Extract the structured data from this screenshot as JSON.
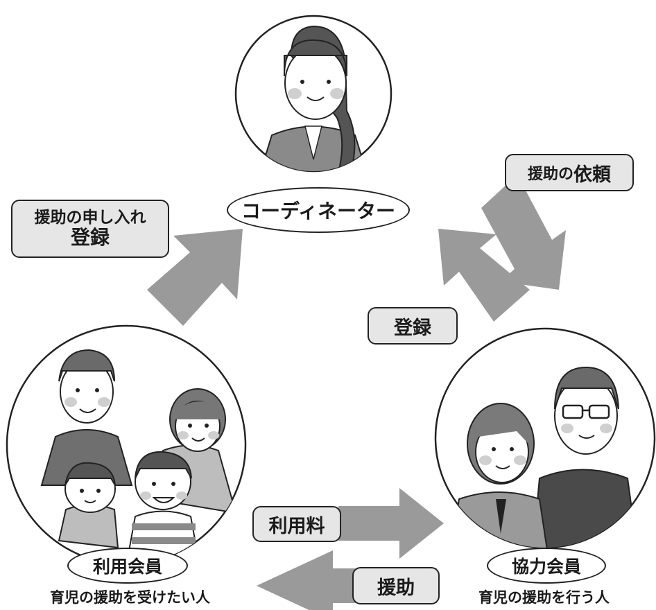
{
  "roles": {
    "coordinator": "コーディネーター",
    "user_member": "利用会員",
    "helper_member": "協力会員"
  },
  "descriptions": {
    "user_member": "育児の援助を受けたい人",
    "helper_member": "育児の援助を行う人"
  },
  "flows": {
    "application_line1": "援助の申し入れ",
    "application_line2": "登録",
    "request_prefix": "援助の",
    "request_emphasis": "依頼",
    "helper_registration": "登録",
    "fee": "利用料",
    "assistance": "援助"
  },
  "colors": {
    "arrow": "#9a9a9a",
    "label_box": "#e6e6e6",
    "outline": "#222222"
  }
}
